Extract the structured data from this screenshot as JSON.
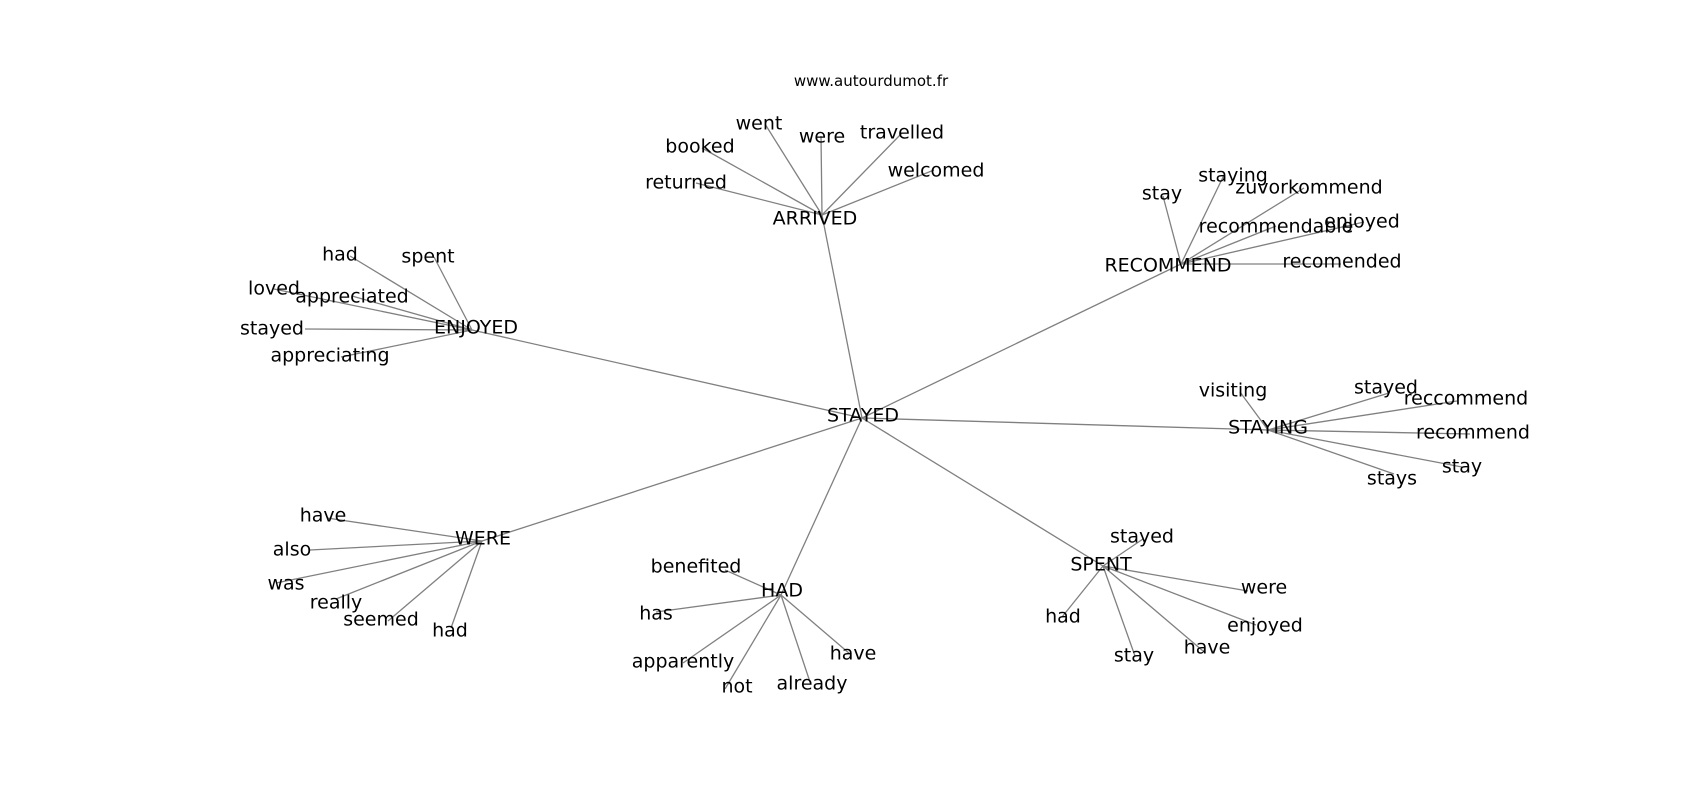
{
  "site_label": "www.autourdumot.fr",
  "colors": {
    "edge": "#808080",
    "text": "#000000",
    "background": "#ffffff"
  },
  "graph": {
    "center": "STAYED",
    "clusters": [
      {
        "hub": "ARRIVED",
        "words": [
          "returned",
          "booked",
          "went",
          "were",
          "travelled",
          "welcomed"
        ]
      },
      {
        "hub": "RECOMMEND",
        "words": [
          "stay",
          "staying",
          "zuvorkommend",
          "recommendable",
          "enjoyed",
          "recomended"
        ]
      },
      {
        "hub": "ENJOYED",
        "words": [
          "had",
          "spent",
          "loved",
          "appreciated",
          "stayed",
          "appreciating"
        ]
      },
      {
        "hub": "STAYING",
        "words": [
          "visiting",
          "stayed",
          "reccommend",
          "recommend",
          "stay",
          "stays"
        ]
      },
      {
        "hub": "WERE",
        "words": [
          "have",
          "also",
          "was",
          "really",
          "seemed",
          "had"
        ]
      },
      {
        "hub": "HAD",
        "words": [
          "benefited",
          "has",
          "apparently",
          "not",
          "already",
          "have"
        ]
      },
      {
        "hub": "SPENT",
        "words": [
          "stayed",
          "were",
          "enjoyed",
          "have",
          "stay",
          "had"
        ]
      }
    ]
  }
}
